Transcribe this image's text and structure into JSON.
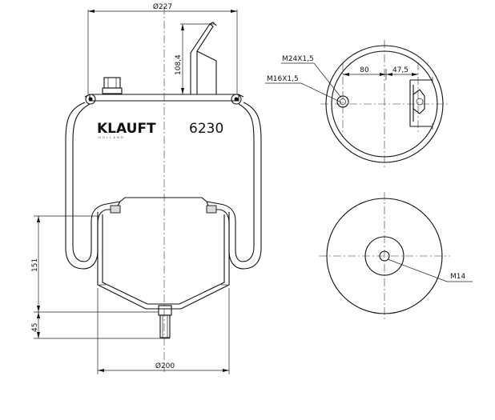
{
  "brand": {
    "name": "KLAUFT",
    "subtitle": "HOLLAND"
  },
  "model_number": "6230",
  "dimensions": {
    "top_diameter": "Ø227",
    "bottom_diameter": "Ø200",
    "stud_height": "108,4",
    "height": "151",
    "bottom_offset": "45",
    "thread_top": "M24X1,5",
    "thread_small": "M16X1,5",
    "spacing_a": "80",
    "spacing_b": "47,5",
    "bottom_thread": "M14"
  }
}
